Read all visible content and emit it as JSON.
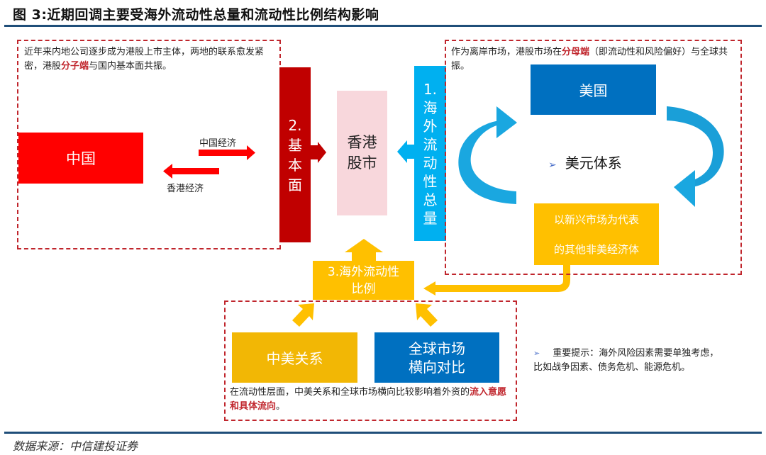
{
  "title": "图  3:近期回调主要受海外流动性总量和流动性比例结构影响",
  "colors": {
    "china_red": "#ff0000",
    "fundamental_red": "#c00000",
    "hk_pink": "#f8d7dc",
    "liquidity_cyan": "#00b0f0",
    "us_blue": "#0070c0",
    "gold": "#ffc000",
    "dash_red": "#c0262d",
    "rule_blue": "#1f4e79"
  },
  "left_panel": {
    "note_pre": "近年来内地公司逐步成为港股上市主体，两地的联系愈发紧密，港股",
    "note_highlight": "分子端",
    "note_post": "与国内基本面共振。",
    "china_box": "中国",
    "arrow_right_label": "中国经济",
    "arrow_left_label": "香港经济"
  },
  "center": {
    "fundamental_num": "2.",
    "fundamental_chars": [
      "基",
      "本",
      "面"
    ],
    "hk_market_line1": "香港",
    "hk_market_line2": "股市",
    "liquidity_num": "1.",
    "liquidity_chars": [
      "海",
      "外",
      "流",
      "动",
      "性",
      "总",
      "量"
    ]
  },
  "right_panel": {
    "note_pre": "作为离岸市场，港股市场在",
    "note_highlight": "分母端",
    "note_post": "（即流动性和风险偏好）与全球共振。",
    "us_box": "美国",
    "usd_system": "美元体系",
    "em_line1": "以新兴市场为代表",
    "em_line2": "的其他非美经济体"
  },
  "ratio_box": {
    "line1": "3.海外流动性",
    "line2": "比例"
  },
  "bottom_panel": {
    "sino_us_box": "中美关系",
    "global_line1": "全球市场",
    "global_line2": "横向对比",
    "note_pre": "在流动性层面，中美关系和全球市场横向比较影响着外资的",
    "note_highlight": "流入意愿和具体流向",
    "note_post": "。"
  },
  "tip": {
    "line1": "重要提示：海外风险因素需要单独考虑，",
    "line2": "比如战争因素、债务危机、能源危机。"
  },
  "source": "数据来源：中信建投证券"
}
